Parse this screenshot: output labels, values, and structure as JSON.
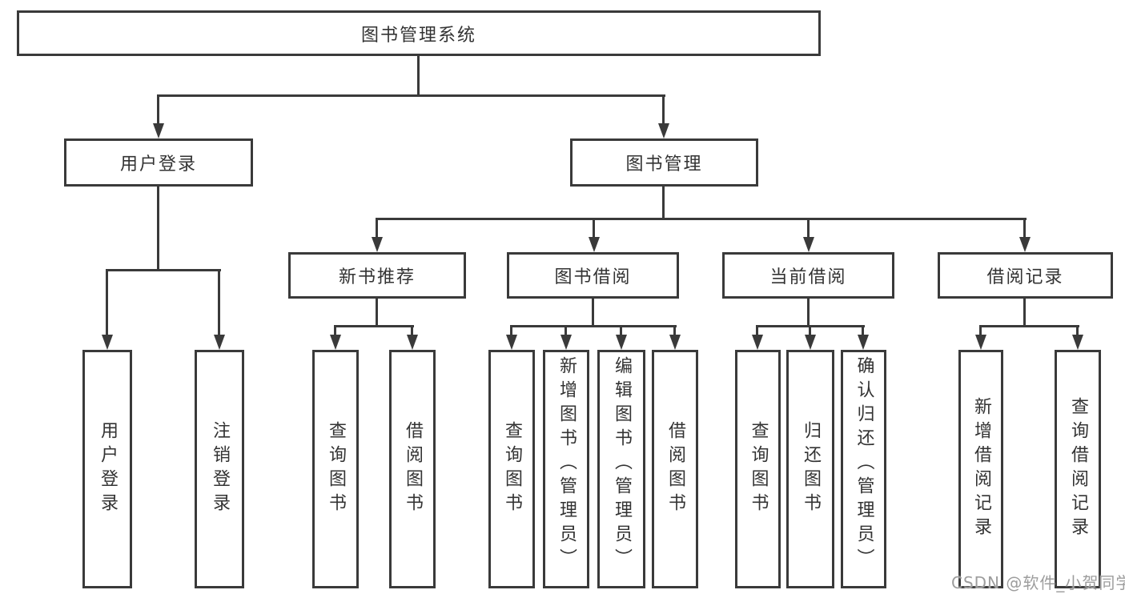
{
  "colors": {
    "line": "#3a3a3a",
    "border": "#3a3a3a",
    "text": "#333333",
    "background": "#ffffff",
    "watermark": "#9d9d9d"
  },
  "diagram": {
    "root": {
      "label": "图书管理系统"
    },
    "level2": [
      {
        "label": "用户登录"
      },
      {
        "label": "图书管理"
      }
    ],
    "level3": [
      {
        "label": "新书推荐"
      },
      {
        "label": "图书借阅"
      },
      {
        "label": "当前借阅"
      },
      {
        "label": "借阅记录"
      }
    ],
    "leaves": [
      {
        "label": "用户登录"
      },
      {
        "label": "注销登录"
      },
      {
        "label": "查询图书"
      },
      {
        "label": "借阅图书"
      },
      {
        "label": "查询图书"
      },
      {
        "label": "新增图书（管理员）"
      },
      {
        "label": "编辑图书（管理员）"
      },
      {
        "label": "借阅图书"
      },
      {
        "label": "查询图书"
      },
      {
        "label": "归还图书"
      },
      {
        "label": "确认归还（管理员）"
      },
      {
        "label": "新增借阅记录"
      },
      {
        "label": "查询借阅记录"
      }
    ]
  },
  "watermark": {
    "text": "CSDN @软件_小贺同学"
  }
}
